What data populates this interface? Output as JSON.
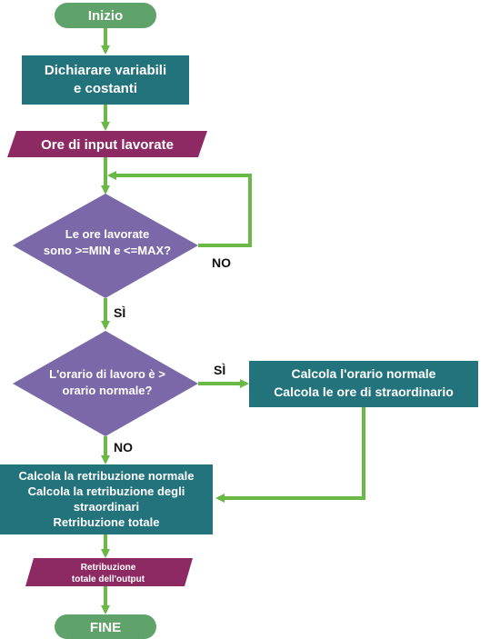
{
  "flowchart": {
    "start": "Inizio",
    "declare": [
      "Dichiarare variabili",
      "e costanti"
    ],
    "input_hours": "Ore di input lavorate",
    "check_range": [
      "Le ore lavorate",
      "sono >=MIN e <=MAX?"
    ],
    "check_range_no": "NO",
    "check_range_yes": "SÌ",
    "check_overtime": [
      "L'orario di lavoro è >",
      "orario normale?"
    ],
    "check_overtime_yes": "SÌ",
    "check_overtime_no": "NO",
    "overtime_process": [
      "Calcola l'orario normale",
      "Calcola le ore di straordinario"
    ],
    "pay_process": [
      "Calcola la retribuzione normale",
      "Calcola la retribuzione degli",
      "straordinari",
      "Retribuzione totale"
    ],
    "output_pay": [
      "Retribuzione",
      "totale dell'output"
    ],
    "end": "FINE"
  },
  "colors": {
    "terminal": "#5fa36a",
    "process": "#23737d",
    "io": "#8e2a63",
    "decision": "#7a68a8",
    "arrow": "#6ab845"
  }
}
